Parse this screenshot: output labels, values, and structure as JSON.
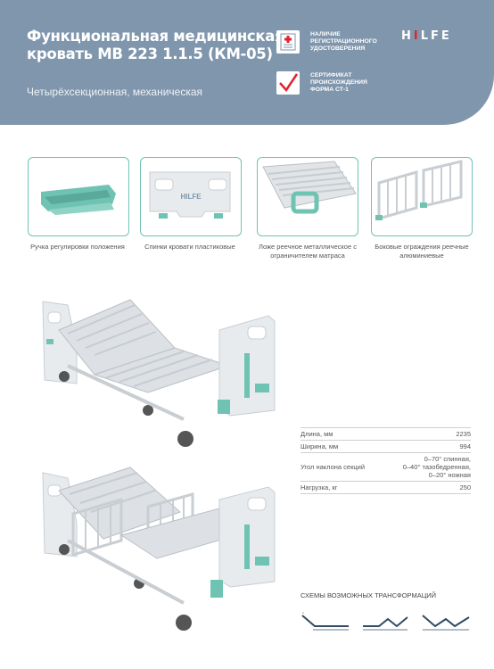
{
  "header": {
    "title_line1": "Функциональная медицинская",
    "title_line2": "кровать МВ 223 1.1.5 (КМ-05)",
    "subtitle": "Четырёхсекционная, механическая",
    "cert1": "НАЛИЧИЕ РЕГИСТРАЦИОННОГО УДОСТОВЕРЕНИЯ",
    "cert2": "СЕРТИФИКАТ ПРОИСХОЖДЕНИЯ ФОРМА СТ-1",
    "brand_a": "H",
    "brand_b": "I",
    "brand_c": "LFE"
  },
  "features": [
    {
      "caption": "Ручка регулировки положения"
    },
    {
      "caption": "Спинки кровати пластиковые",
      "logo": "HILFE"
    },
    {
      "caption": "Ложе реечное металлическое с ограничителем матраса"
    },
    {
      "caption": "Боковые ограждения реечные алюминиевые"
    }
  ],
  "specs": [
    {
      "label": "Длина, мм",
      "value": "2235"
    },
    {
      "label": "Ширина, мм",
      "value": "994"
    },
    {
      "label": "Угол наклона секций",
      "value": "0–70° спинная,\n0–40° тазобедренная,\n0–20° ножная"
    },
    {
      "label": "Нагрузка, кг",
      "value": "250"
    }
  ],
  "schemes_title": "СХЕМЫ ВОЗМОЖНЫХ ТРАНСФОРМАЦИЙ",
  "colors": {
    "header": "#7f96ad",
    "accent": "#6fc3b3",
    "red": "#e0242f"
  }
}
